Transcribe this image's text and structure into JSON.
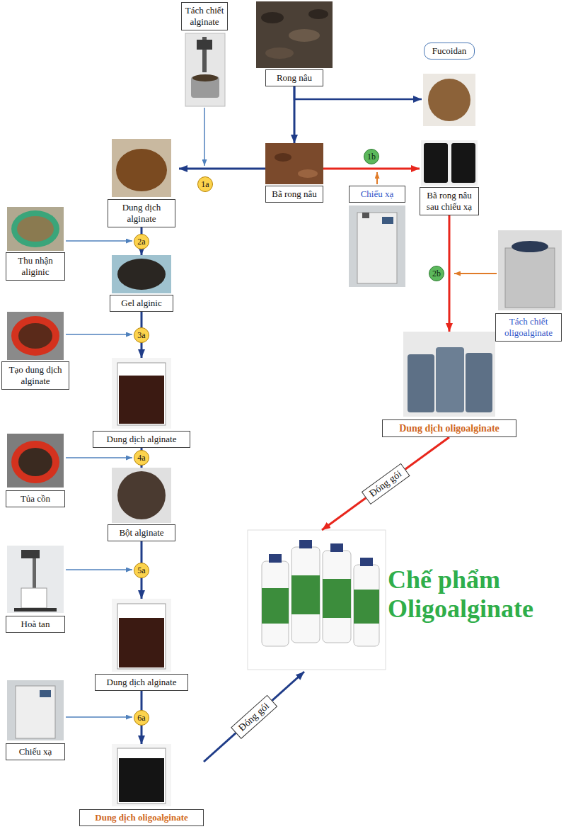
{
  "diagram": {
    "nodes": [
      {
        "text": [
          "Tách chiết alginate"
        ]
      },
      {
        "text": [
          "Rong nâu"
        ]
      },
      {
        "text": [
          "Fucoidan"
        ]
      },
      {
        "text": [
          "Dung dịch alginate"
        ]
      },
      {
        "text": [
          "Bã rong nâu"
        ]
      },
      {
        "text": [
          "Bã rong nâu sau chiếu xạ"
        ]
      },
      {
        "text": [
          "Chiếu xạ"
        ]
      },
      {
        "text": [
          "Thu nhận aliginic"
        ]
      },
      {
        "text": [
          "Gel alginic"
        ]
      },
      {
        "text": [
          "Tách chiết oligoalginate"
        ]
      },
      {
        "text": [
          "Tạo dung dịch alginate"
        ]
      },
      {
        "text": [
          "Dung dịch alginate"
        ]
      },
      {
        "text": [
          "Dung dịch oligoalginate"
        ]
      },
      {
        "text": [
          "Tủa cồn"
        ]
      },
      {
        "text": [
          "Bột alginate"
        ]
      },
      {
        "text": [
          "Hoà tan"
        ]
      },
      {
        "text": [
          "Dung dịch alginate"
        ]
      },
      {
        "text": [
          "Chiếu xạ"
        ]
      },
      {
        "text": [
          "Dung dịch oligoalginate"
        ]
      },
      {
        "text": [
          "Chế phẩm Oligoalginate"
        ]
      }
    ],
    "edges": [
      {
        "from": 1,
        "to": 4,
        "arrow": "to"
      },
      {
        "from": 1,
        "to": 2,
        "arrow": "to"
      },
      {
        "from": 4,
        "to": 3,
        "label": "1a",
        "arrow": "to"
      },
      {
        "from": 4,
        "to": 5,
        "label": "1b",
        "arrow": "to"
      },
      {
        "from": 3,
        "to": 8,
        "label": "2a",
        "arrow": "to"
      },
      {
        "from": 8,
        "to": 11,
        "label": "3a",
        "arrow": "to"
      },
      {
        "from": 5,
        "to": 12,
        "label": "2b",
        "arrow": "to"
      },
      {
        "from": 11,
        "to": 14,
        "label": "4a",
        "arrow": "to"
      },
      {
        "from": 12,
        "to": 19,
        "label": "Đóng gói",
        "arrow": "to"
      },
      {
        "from": 14,
        "to": 16,
        "label": "5a",
        "arrow": "to"
      },
      {
        "from": 16,
        "to": 18,
        "label": "6a",
        "arrow": "to"
      },
      {
        "from": 18,
        "to": 19,
        "label": "Đóng gói",
        "arrow": "to"
      }
    ]
  }
}
